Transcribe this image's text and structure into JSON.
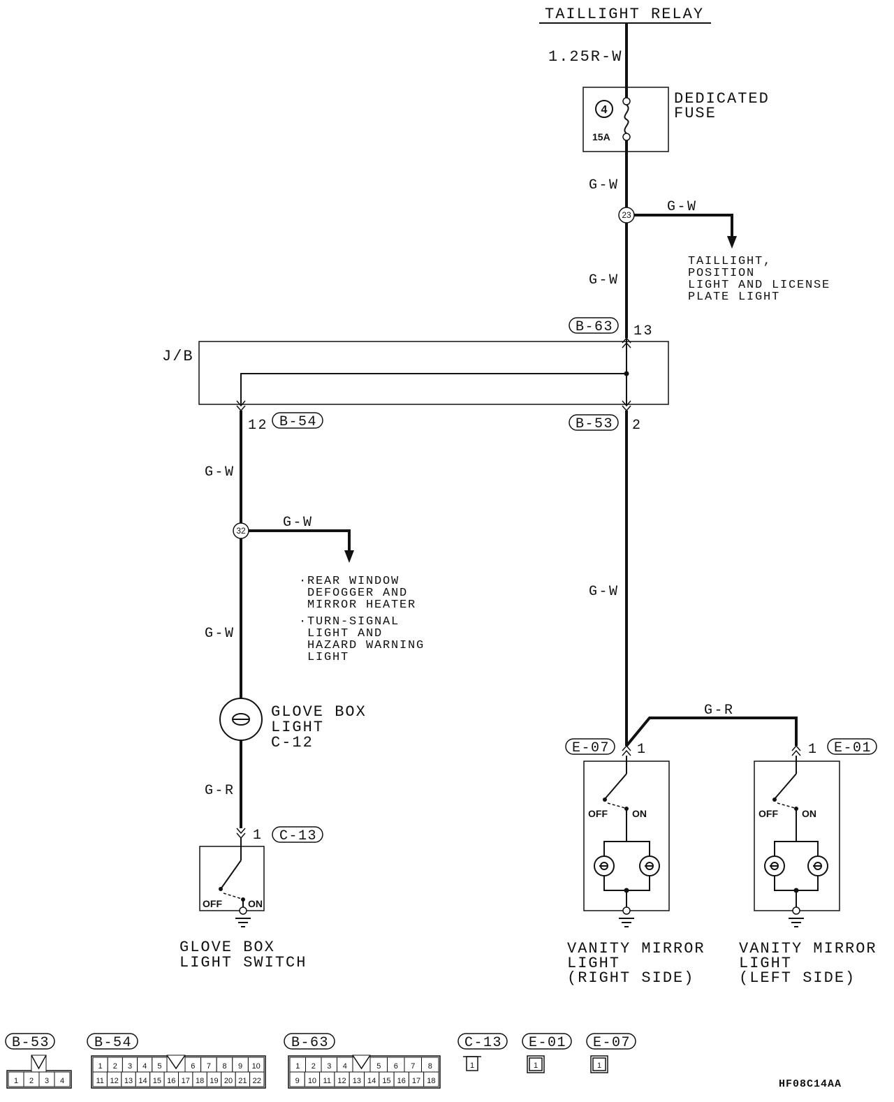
{
  "title": "TAILLIGHT RELAY",
  "wires": {
    "relay_out": "1.25R-W",
    "fuse_out": "G-W",
    "splice23_branch": "G-W",
    "splice23_out": "G-W",
    "jb_left_out": "G-W",
    "splice32_branch": "G-W",
    "splice32_out": "G-W",
    "glove_light_out": "G-R",
    "jb_right_out": "G-W",
    "vanity_link": "G-R"
  },
  "fuse": {
    "number": "4",
    "rating": "15A",
    "label": [
      "DEDICATED",
      "FUSE"
    ]
  },
  "splices": {
    "s23": "23",
    "s32": "32"
  },
  "branch_23_dest": [
    "TAILLIGHT,",
    "POSITION",
    "LIGHT AND LICENSE",
    "PLATE LIGHT"
  ],
  "branch_32_dest": {
    "item1": [
      "·REAR WINDOW",
      "DEFOGGER AND",
      "MIRROR HEATER"
    ],
    "item2": [
      "·TURN-SIGNAL",
      "LIGHT AND",
      "HAZARD WARNING",
      "LIGHT"
    ]
  },
  "junction_block": {
    "label": "J/B"
  },
  "connector_tags": {
    "b63": {
      "id": "B-63",
      "pin": "13"
    },
    "b54": {
      "id": "B-54",
      "pin": "12"
    },
    "b53": {
      "id": "B-53",
      "pin": "2"
    },
    "c13": {
      "id": "C-13",
      "pin": "1"
    },
    "e07": {
      "id": "E-07",
      "pin": "1"
    },
    "e01": {
      "id": "E-01",
      "pin": "1"
    }
  },
  "glove_box_light": {
    "label": [
      "GLOVE BOX",
      "LIGHT",
      "C-12"
    ]
  },
  "glove_box_switch": {
    "off": "OFF",
    "on": "ON",
    "label": [
      "GLOVE BOX",
      "LIGHT SWITCH"
    ]
  },
  "vanity_right": {
    "off": "OFF",
    "on": "ON",
    "label": [
      "VANITY MIRROR",
      "LIGHT",
      "(RIGHT SIDE)"
    ]
  },
  "vanity_left": {
    "off": "OFF",
    "on": "ON",
    "label": [
      "VANITY MIRROR",
      "LIGHT",
      "(LEFT SIDE)"
    ]
  },
  "connector_views": [
    {
      "id": "B-53",
      "top_left": [],
      "top_right": [],
      "bottom": [
        "1",
        "2",
        "3",
        "4"
      ]
    },
    {
      "id": "B-54",
      "top_left": [
        "1",
        "2",
        "3",
        "4",
        "5"
      ],
      "top_right": [
        "6",
        "7",
        "8",
        "9",
        "10"
      ],
      "bottom": [
        "11",
        "12",
        "13",
        "14",
        "15",
        "16",
        "17",
        "18",
        "19",
        "20",
        "21",
        "22"
      ]
    },
    {
      "id": "B-63",
      "top_left": [
        "1",
        "2",
        "3",
        "4"
      ],
      "top_right": [
        "5",
        "6",
        "7",
        "8"
      ],
      "bottom": [
        "9",
        "10",
        "11",
        "12",
        "13",
        "14",
        "15",
        "16",
        "17",
        "18"
      ]
    },
    {
      "id": "C-13",
      "pins": [
        "1"
      ]
    },
    {
      "id": "E-01",
      "pins": [
        "1"
      ]
    },
    {
      "id": "E-07",
      "pins": [
        "1"
      ]
    }
  ],
  "figure_code": "HF08C14AA"
}
